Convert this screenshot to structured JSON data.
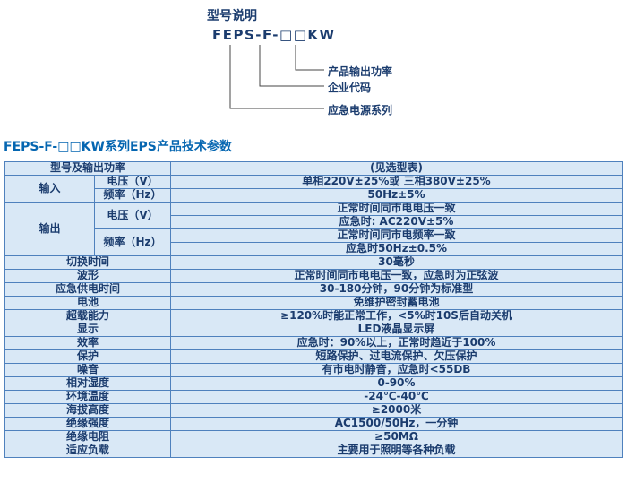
{
  "model_section": {
    "title": "型号说明",
    "model_code": "FEPS-F-□□KW",
    "labels": [
      {
        "text": "产品输出功率"
      },
      {
        "text": "企业代码"
      },
      {
        "text": "应急电源系列"
      }
    ]
  },
  "section_heading": "FEPS-F-□□KW系列EPS产品技术参数",
  "table": {
    "rows": [
      {
        "cells": [
          {
            "t": "型号及输出功率",
            "cs": 2,
            "cls": "label"
          },
          {
            "t": "(见选型表)"
          }
        ]
      },
      {
        "cells": [
          {
            "t": "输入",
            "rs": 2,
            "cls": "label"
          },
          {
            "t": "电压（V）",
            "cls": "label"
          },
          {
            "t": "单相220V±25%或 三相380V±25%"
          }
        ]
      },
      {
        "cells": [
          {
            "t": "频率（Hz）",
            "cls": "label"
          },
          {
            "t": "50Hz±5%"
          }
        ]
      },
      {
        "cells": [
          {
            "t": "输出",
            "rs": 4,
            "cls": "label"
          },
          {
            "t": "电压（V）",
            "rs": 2,
            "cls": "label"
          },
          {
            "t": "正常时间同市电电压一致"
          }
        ]
      },
      {
        "cells": [
          {
            "t": "应急时: AC220V±5%"
          }
        ]
      },
      {
        "cells": [
          {
            "t": "频率（Hz）",
            "rs": 2,
            "cls": "label"
          },
          {
            "t": "正常时间同市电频率一致"
          }
        ]
      },
      {
        "cells": [
          {
            "t": "应急时50Hz±0.5%"
          }
        ]
      },
      {
        "cells": [
          {
            "t": "切换时间",
            "cs": 2,
            "cls": "label"
          },
          {
            "t": "30毫秒"
          }
        ]
      },
      {
        "cells": [
          {
            "t": "波形",
            "cs": 2,
            "cls": "label"
          },
          {
            "t": "正常时间同市电电压一致，应急时为正弦波"
          }
        ]
      },
      {
        "cells": [
          {
            "t": "应急供电时间",
            "cs": 2,
            "cls": "label"
          },
          {
            "t": "30-180分钟，90分钟为标准型"
          }
        ]
      },
      {
        "cells": [
          {
            "t": "电池",
            "cs": 2,
            "cls": "label"
          },
          {
            "t": "免维护密封蓄电池"
          }
        ]
      },
      {
        "cells": [
          {
            "t": "超载能力",
            "cs": 2,
            "cls": "label"
          },
          {
            "t": "≥120%时能正常工作，<5%时10S后自动关机"
          }
        ]
      },
      {
        "cells": [
          {
            "t": "显示",
            "cs": 2,
            "cls": "label"
          },
          {
            "t": "LED液晶显示屏"
          }
        ]
      },
      {
        "cells": [
          {
            "t": "效率",
            "cs": 2,
            "cls": "label"
          },
          {
            "t": "应急时：90%以上，正常时趋近于100%"
          }
        ]
      },
      {
        "cells": [
          {
            "t": "保护",
            "cs": 2,
            "cls": "label"
          },
          {
            "t": "短路保护、过电流保护、欠压保护"
          }
        ]
      },
      {
        "cells": [
          {
            "t": "噪音",
            "cs": 2,
            "cls": "label"
          },
          {
            "t": "有市电时静音，应急时<55DB"
          }
        ]
      },
      {
        "cells": [
          {
            "t": "相对湿度",
            "cs": 2,
            "cls": "label"
          },
          {
            "t": "0-90%"
          }
        ]
      },
      {
        "cells": [
          {
            "t": "环境温度",
            "cs": 2,
            "cls": "label"
          },
          {
            "t": "-24℃-40℃"
          }
        ]
      },
      {
        "cells": [
          {
            "t": "海拔高度",
            "cs": 2,
            "cls": "label"
          },
          {
            "t": "≥2000米"
          }
        ]
      },
      {
        "cells": [
          {
            "t": "绝缘强度",
            "cs": 2,
            "cls": "label"
          },
          {
            "t": "AC1500/50Hz，一分钟"
          }
        ]
      },
      {
        "cells": [
          {
            "t": "绝缘电阻",
            "cs": 2,
            "cls": "label"
          },
          {
            "t": "≥50MΩ"
          }
        ]
      },
      {
        "cells": [
          {
            "t": "适应负载",
            "cs": 2,
            "cls": "label"
          },
          {
            "t": "主要用于照明等各种负载"
          }
        ]
      }
    ]
  },
  "colors": {
    "text": "#1b3c6e",
    "heading": "#0566b1",
    "cell_background": "#d9e8f6",
    "table_border": "#4f81bd"
  }
}
